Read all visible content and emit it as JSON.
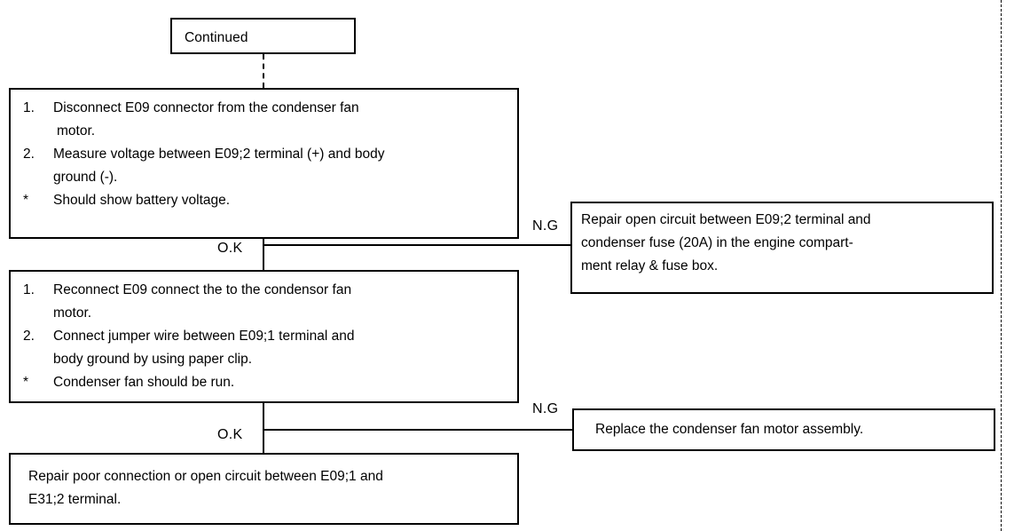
{
  "diagram": {
    "title": "Condenser fan motor circuit troubleshooting (continued)",
    "ink_color": "#000000",
    "background_color": "#ffffff"
  },
  "nodes": {
    "continued": {
      "label": "Continued"
    },
    "test_1": {
      "steps": [
        {
          "marker": "1.",
          "lines": [
            "Disconnect E09 connector from the condenser fan",
            "motor."
          ]
        },
        {
          "marker": "2.",
          "lines": [
            "Measure voltage between E09;2 terminal (+) and body",
            "ground (-)."
          ]
        },
        {
          "marker": "*",
          "lines": [
            "Should show battery voltage."
          ]
        }
      ]
    },
    "repair_open_circuit": {
      "lines": [
        "Repair open circuit between E09;2 terminal and",
        "condenser fuse  (20A) in the engine compart-",
        "ment relay & fuse box."
      ]
    },
    "test_2": {
      "steps": [
        {
          "marker": "1.",
          "lines": [
            "Reconnect E09 connect the to the condensor fan",
            "motor."
          ]
        },
        {
          "marker": "2.",
          "lines": [
            "Connect jumper wire between E09;1 terminal and",
            "body ground by using paper clip."
          ]
        },
        {
          "marker": "*",
          "lines": [
            "Condenser fan should be run."
          ]
        }
      ]
    },
    "replace_motor": {
      "lines": [
        "Replace the condenser fan motor assembly."
      ]
    },
    "repair_poor_connection": {
      "lines": [
        "Repair poor connection or open circuit between E09;1 and",
        "E31;2 terminal."
      ]
    }
  },
  "branches": {
    "ok_1": "O.K",
    "ng_1": "N.G",
    "ok_2": "O.K",
    "ng_2": "N.G"
  }
}
